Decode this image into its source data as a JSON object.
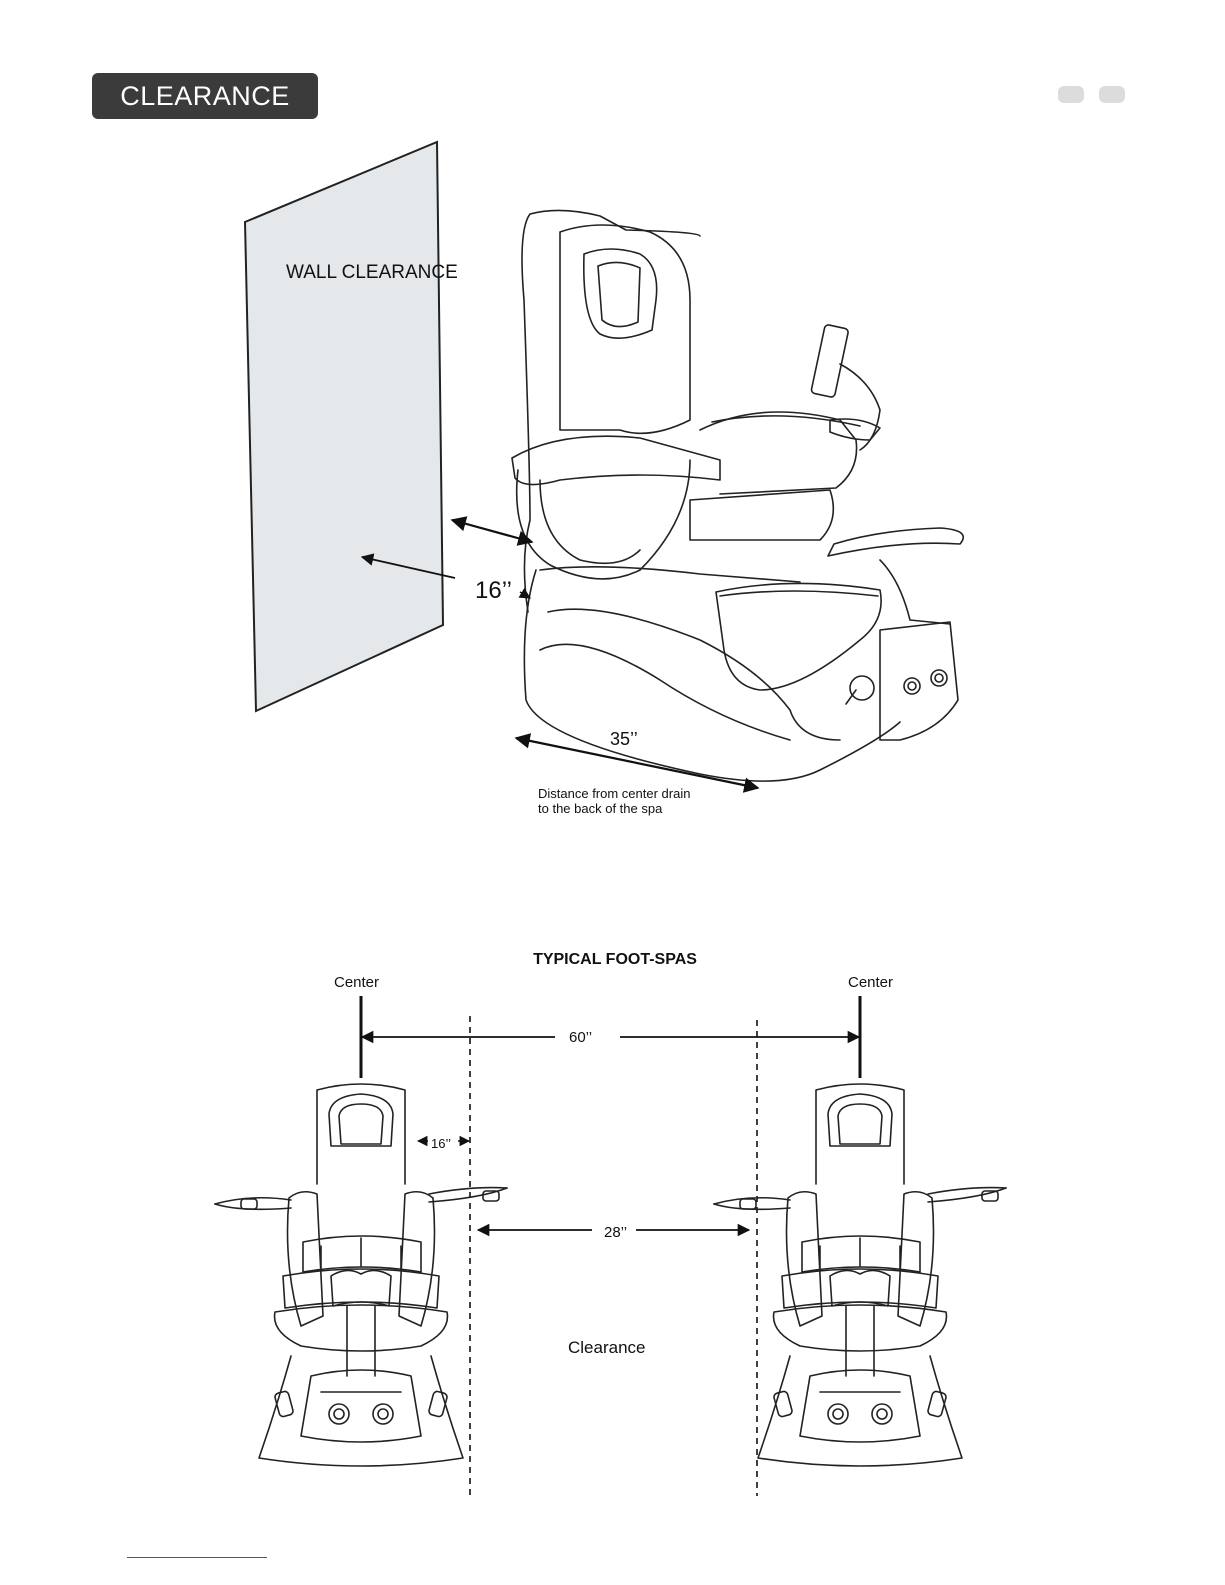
{
  "header": {
    "title": "CLEARANCE"
  },
  "top_diagram": {
    "wall_label": "WALL CLEARANCE",
    "side_dimension": "16’’",
    "depth_dimension": "35’’",
    "note_line1": "Distance from center drain",
    "note_line2": "to the back of the spa"
  },
  "bottom_diagram": {
    "title": "TYPICAL FOOT-SPAS",
    "center_left": "Center",
    "center_right": "Center",
    "center_to_center": "60’’",
    "side_gap": "16’’",
    "between_spas": "28’’",
    "clearance_label": "Clearance"
  },
  "colors": {
    "badge": "#3b3b3b",
    "wall_fill": "#e5e8ea",
    "pager_dots": "#dcdcdc",
    "footer_link": "#3355cc"
  }
}
